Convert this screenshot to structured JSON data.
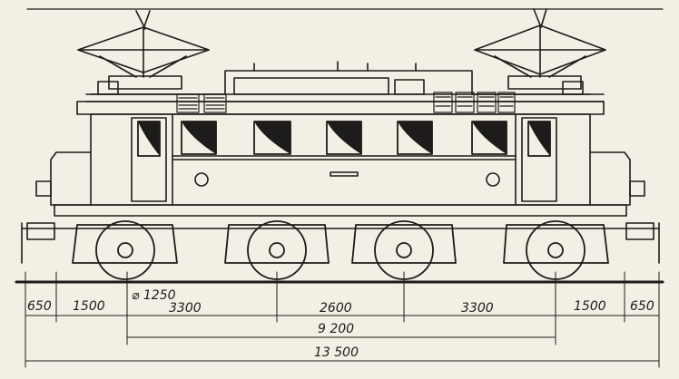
{
  "drawing": {
    "wheel_diameter_label": "⌀ 1250",
    "segments_row1": [
      "650",
      "1500",
      "3300",
      "2600",
      "3300",
      "1500",
      "650"
    ],
    "wheelbase_bogie_label": "9 200",
    "overall_length_label": "13 500",
    "ink_color": "#1e1c1a",
    "paper_color": "#f3efe4"
  }
}
